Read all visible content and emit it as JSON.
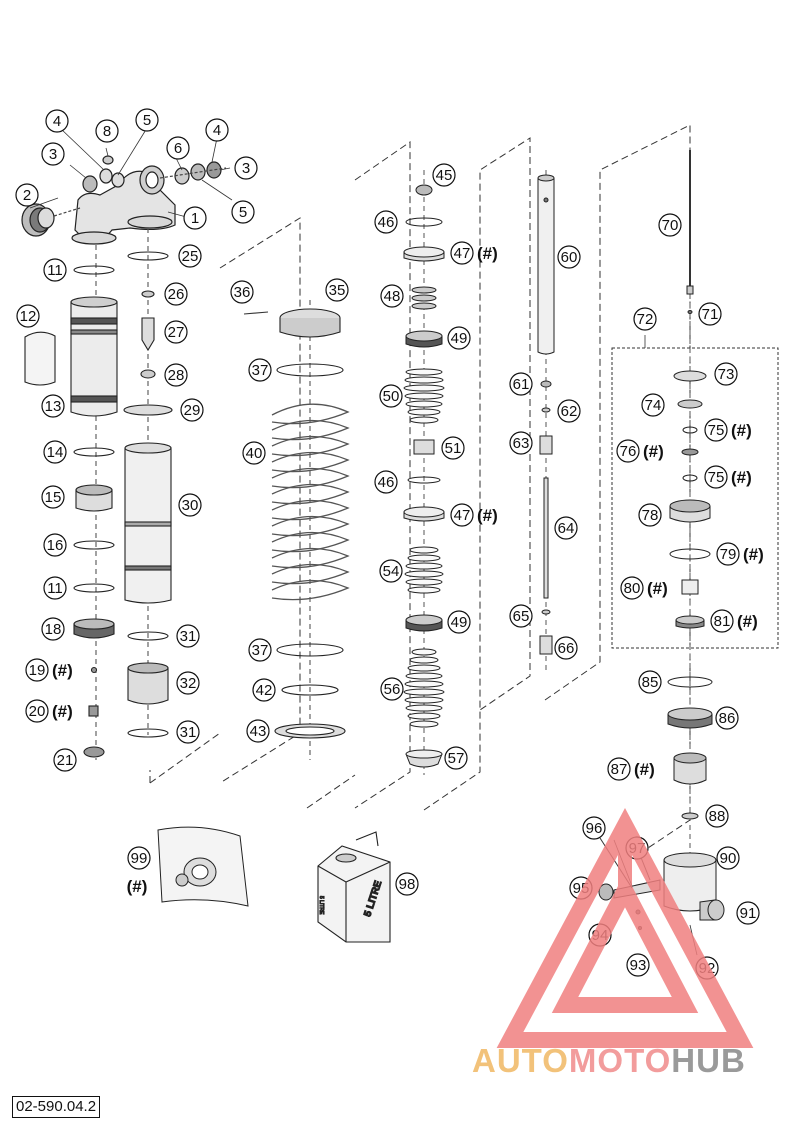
{
  "diagram": {
    "doc_code": "02-590.04.2",
    "callouts": [
      {
        "id": "c1",
        "num": "1"
      },
      {
        "id": "c2",
        "num": "2"
      },
      {
        "id": "c3a",
        "num": "3"
      },
      {
        "id": "c3b",
        "num": "3"
      },
      {
        "id": "c4a",
        "num": "4"
      },
      {
        "id": "c4b",
        "num": "4"
      },
      {
        "id": "c5a",
        "num": "5"
      },
      {
        "id": "c5b",
        "num": "5"
      },
      {
        "id": "c6",
        "num": "6"
      },
      {
        "id": "c8",
        "num": "8"
      },
      {
        "id": "c11a",
        "num": "11"
      },
      {
        "id": "c11b",
        "num": "11"
      },
      {
        "id": "c12",
        "num": "12"
      },
      {
        "id": "c13",
        "num": "13"
      },
      {
        "id": "c14",
        "num": "14"
      },
      {
        "id": "c15",
        "num": "15"
      },
      {
        "id": "c16",
        "num": "16"
      },
      {
        "id": "c18",
        "num": "18"
      },
      {
        "id": "c19",
        "num": "19",
        "suffix": "(#)"
      },
      {
        "id": "c20",
        "num": "20",
        "suffix": "(#)"
      },
      {
        "id": "c21",
        "num": "21"
      },
      {
        "id": "c25",
        "num": "25"
      },
      {
        "id": "c26",
        "num": "26"
      },
      {
        "id": "c27",
        "num": "27"
      },
      {
        "id": "c28",
        "num": "28"
      },
      {
        "id": "c29",
        "num": "29"
      },
      {
        "id": "c30",
        "num": "30"
      },
      {
        "id": "c31a",
        "num": "31"
      },
      {
        "id": "c31b",
        "num": "31"
      },
      {
        "id": "c32",
        "num": "32"
      },
      {
        "id": "c35",
        "num": "35"
      },
      {
        "id": "c36",
        "num": "36"
      },
      {
        "id": "c37a",
        "num": "37"
      },
      {
        "id": "c37b",
        "num": "37"
      },
      {
        "id": "c40",
        "num": "40"
      },
      {
        "id": "c42",
        "num": "42"
      },
      {
        "id": "c43",
        "num": "43"
      },
      {
        "id": "c45",
        "num": "45"
      },
      {
        "id": "c46a",
        "num": "46"
      },
      {
        "id": "c46b",
        "num": "46"
      },
      {
        "id": "c47a",
        "num": "47",
        "suffix": "(#)"
      },
      {
        "id": "c47b",
        "num": "47",
        "suffix": "(#)"
      },
      {
        "id": "c48",
        "num": "48"
      },
      {
        "id": "c49a",
        "num": "49"
      },
      {
        "id": "c49b",
        "num": "49"
      },
      {
        "id": "c50",
        "num": "50"
      },
      {
        "id": "c51",
        "num": "51"
      },
      {
        "id": "c54",
        "num": "54"
      },
      {
        "id": "c56",
        "num": "56"
      },
      {
        "id": "c57",
        "num": "57"
      },
      {
        "id": "c60",
        "num": "60"
      },
      {
        "id": "c61",
        "num": "61"
      },
      {
        "id": "c62",
        "num": "62"
      },
      {
        "id": "c63",
        "num": "63"
      },
      {
        "id": "c64",
        "num": "64"
      },
      {
        "id": "c65",
        "num": "65"
      },
      {
        "id": "c66",
        "num": "66"
      },
      {
        "id": "c70",
        "num": "70"
      },
      {
        "id": "c71",
        "num": "71"
      },
      {
        "id": "c72",
        "num": "72"
      },
      {
        "id": "c73",
        "num": "73"
      },
      {
        "id": "c74",
        "num": "74"
      },
      {
        "id": "c75a",
        "num": "75",
        "suffix": "(#)"
      },
      {
        "id": "c75b",
        "num": "75",
        "suffix": "(#)"
      },
      {
        "id": "c76",
        "num": "76",
        "suffix": "(#)"
      },
      {
        "id": "c78",
        "num": "78"
      },
      {
        "id": "c79",
        "num": "79",
        "suffix": "(#)"
      },
      {
        "id": "c80",
        "num": "80",
        "suffix": "(#)"
      },
      {
        "id": "c81",
        "num": "81",
        "suffix": "(#)"
      },
      {
        "id": "c85",
        "num": "85"
      },
      {
        "id": "c86",
        "num": "86"
      },
      {
        "id": "c87",
        "num": "87",
        "suffix": "(#)"
      },
      {
        "id": "c88",
        "num": "88"
      },
      {
        "id": "c90",
        "num": "90"
      },
      {
        "id": "c91",
        "num": "91"
      },
      {
        "id": "c92",
        "num": "92"
      },
      {
        "id": "c93",
        "num": "93"
      },
      {
        "id": "c94",
        "num": "94"
      },
      {
        "id": "c95",
        "num": "95"
      },
      {
        "id": "c96",
        "num": "96"
      },
      {
        "id": "c97",
        "num": "97"
      },
      {
        "id": "c98",
        "num": "98"
      },
      {
        "id": "c99",
        "num": "99",
        "suffix": "(#)"
      }
    ],
    "oil_can_label": "5 LITRE",
    "oil_can_side_label": "5 LITRE"
  },
  "logo": {
    "word_part1": "AUTO",
    "word_part2": "MOTO",
    "word_part3": "HUB",
    "color1": "#f2c27a",
    "color2": "#f29c9c",
    "color3": "#9a9a9a",
    "triangle_color": "#f07f7f"
  }
}
